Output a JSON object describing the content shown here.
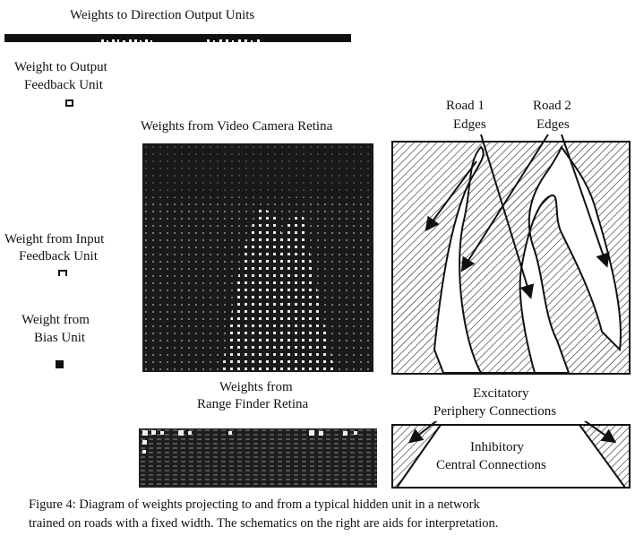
{
  "labels": {
    "direction_output": "Weights to Direction Output Units",
    "output_feedback": [
      "Weight to Output",
      "Feedback Unit"
    ],
    "video_retina": "Weights from Video Camera Retina",
    "input_feedback": [
      "Weight from Input",
      "Feedback Unit"
    ],
    "bias": [
      "Weight from",
      "Bias Unit"
    ],
    "range_finder": [
      "Weights from",
      "Range Finder Retina"
    ],
    "road1": [
      "Road 1",
      "Edges"
    ],
    "road2": [
      "Road 2",
      "Edges"
    ],
    "excitatory": [
      "Excitatory",
      "Periphery Connections"
    ],
    "inhibitory": [
      "Inhibitory",
      "Central Connections"
    ]
  },
  "caption": [
    "Figure 4: Diagram of weights projecting to and from a typical hidden unit in a network",
    "trained on roads with a fixed width. The schematics on the right are aids for interpretation."
  ],
  "colors": {
    "ink": "#111111",
    "paper": "#ffffff",
    "weight_dark": "#1a1a1a"
  }
}
